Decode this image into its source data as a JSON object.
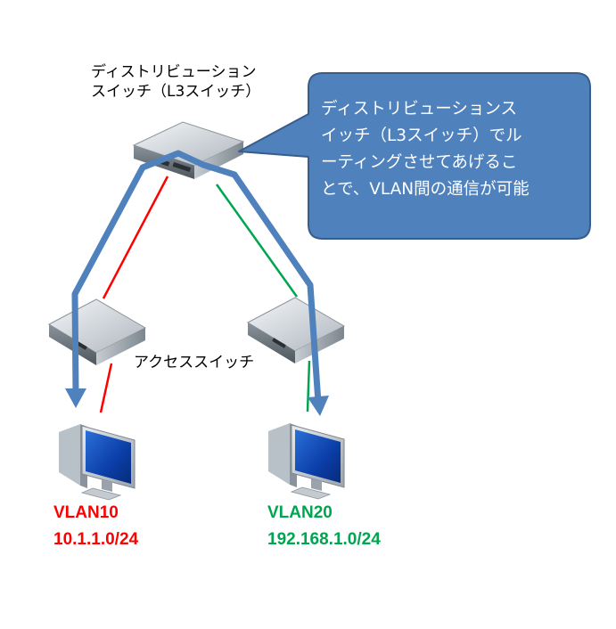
{
  "distribution_switch": {
    "label_line1": "ディストリビューション",
    "label_line2": "スイッチ（L3スイッチ）"
  },
  "access_switch": {
    "label": "アクセススイッチ"
  },
  "callout": {
    "lines": [
      "ディストリビューションス",
      "イッチ（L3スイッチ）でル",
      "ーティングさせてあげるこ",
      "とで、VLAN間の通信が可能"
    ],
    "fill_color": "#4f81bd",
    "border_color": "#385d8a"
  },
  "vlans": [
    {
      "name": "VLAN10",
      "subnet": "10.1.1.0/24",
      "color": "#ff0000"
    },
    {
      "name": "VLAN20",
      "subnet": "192.168.1.0/24",
      "color": "#00a550"
    }
  ],
  "routing_arrow_color": "#4f81bd",
  "icons": [
    "l3-switch-icon",
    "access-switch-icon",
    "pc-icon"
  ]
}
